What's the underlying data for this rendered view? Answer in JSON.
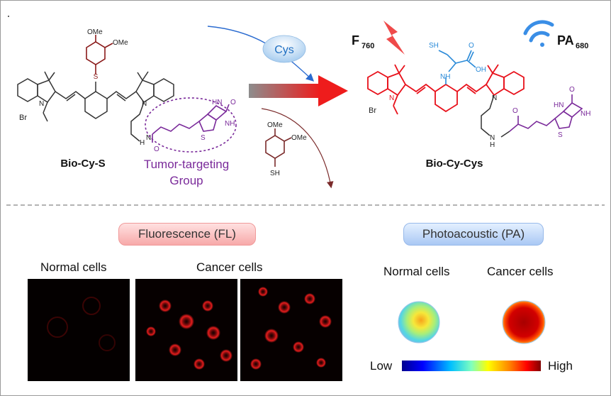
{
  "reactant": {
    "name": "Bio-Cy-S",
    "counterion": "Br",
    "substituent": "OMe"
  },
  "targeting_label": {
    "line1": "Tumor-targeting",
    "line2": "Group"
  },
  "reagent": "Cys",
  "byproduct": {
    "substituent": "OMe",
    "thiol": "SH"
  },
  "product": {
    "name": "Bio-Cy-Cys",
    "counterion": "Br",
    "fl_signal": {
      "letter": "F",
      "sub": "760"
    },
    "pa_signal": {
      "letter": "PA",
      "sub": "680"
    }
  },
  "atoms": {
    "S": "S",
    "N": "N",
    "NH": "NH",
    "HN": "HN",
    "H": "H",
    "O": "O",
    "OH": "OH",
    "SH": "SH"
  },
  "fl_panel": {
    "title": "Fluorescence (FL)",
    "normal_label": "Normal cells",
    "cancer_label": "Cancer cells"
  },
  "pa_panel": {
    "title": "Photoacoustic (PA)",
    "normal_label": "Normal cells",
    "cancer_label": "Cancer cells",
    "scale_low": "Low",
    "scale_high": "High"
  },
  "colors": {
    "red_dye": "#e8101a",
    "purple_biotin": "#7a2a9a",
    "brown_thiol": "#8a1a1a",
    "blue_cys": "#2a8ad8",
    "arrow_red": "#e61f1f"
  }
}
